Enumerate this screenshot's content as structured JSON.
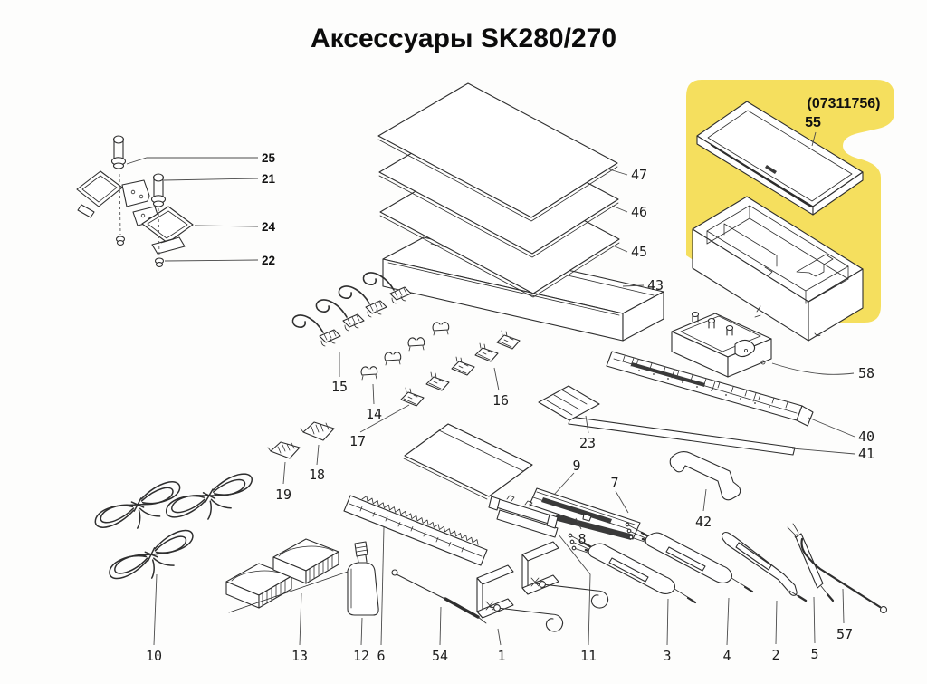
{
  "title": "Аксессуары SK280/270",
  "highlight": {
    "color": "#f5df5e",
    "part_number": "(07311756)",
    "label": "55"
  },
  "labels": {
    "25": "25",
    "21": "21",
    "24": "24",
    "22": "22",
    "47": "47",
    "46": "46",
    "45": "45",
    "43": "43",
    "58": "58",
    "40": "40",
    "41": "41",
    "23": "23",
    "42": "42",
    "15": "15",
    "14": "14",
    "16": "16",
    "17": "17",
    "18": "18",
    "19": "19",
    "9": "9",
    "8": "8",
    "7": "7",
    "10": "10",
    "13": "13",
    "12": "12",
    "6": "6",
    "54": "54",
    "1": "1",
    "11": "11",
    "3": "3",
    "4": "4",
    "2": "2",
    "5": "5",
    "57": "57"
  }
}
